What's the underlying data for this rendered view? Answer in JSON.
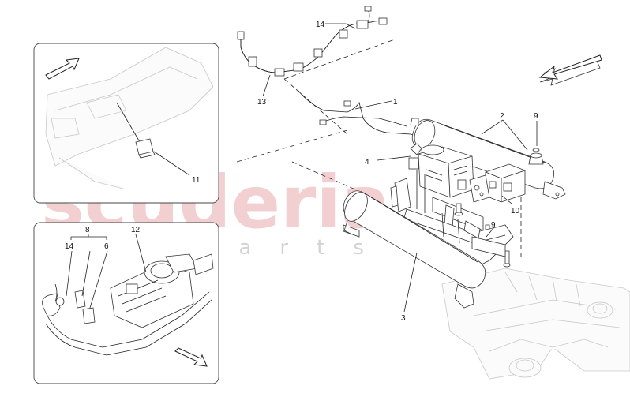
{
  "watermark": {
    "brand": "scuderia",
    "sub": "car parts"
  },
  "callouts": {
    "c1": "1",
    "c2": "2",
    "c3": "3",
    "c4": "4",
    "c9a": "9",
    "c9b": "9",
    "c10": "10",
    "c11": "11",
    "c12": "12",
    "c13": "13",
    "c14a": "14",
    "c14b": "14",
    "c8": "8",
    "c6": "6"
  }
}
